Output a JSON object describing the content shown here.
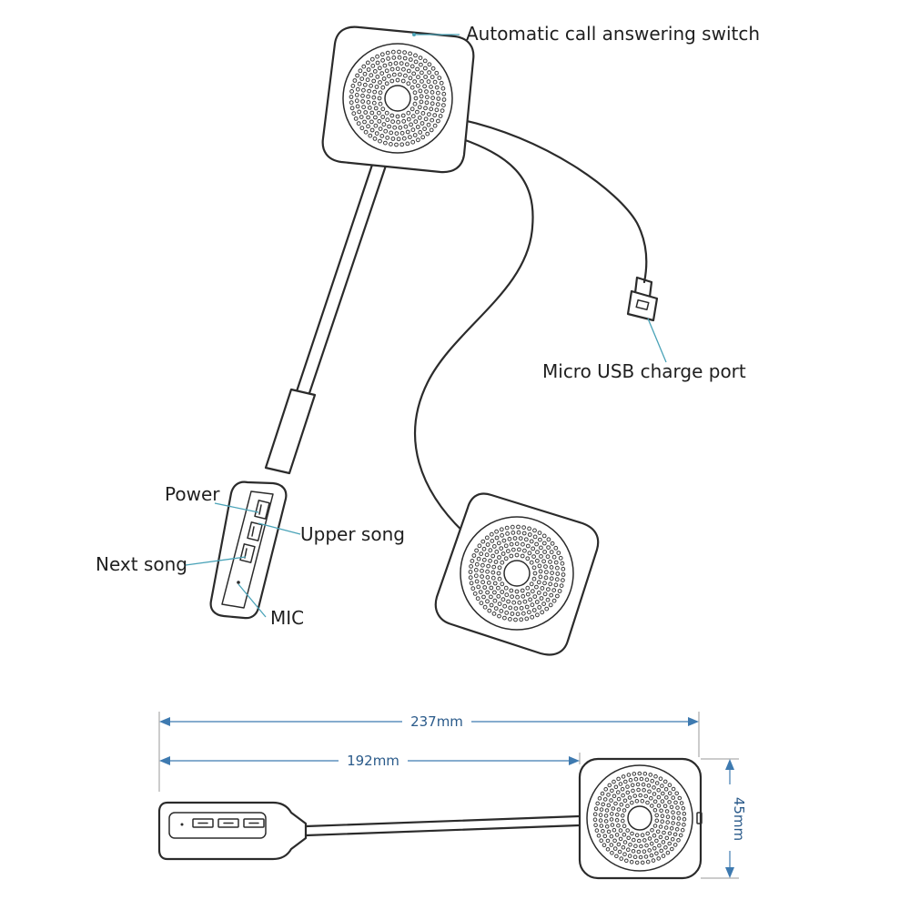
{
  "labels": {
    "auto_call_switch": "Automatic call answering switch",
    "micro_usb": "Micro USB charge port",
    "power": "Power",
    "upper_song": "Upper song",
    "next_song": "Next song",
    "mic": "MIC"
  },
  "dimensions": {
    "overall_length": "237mm",
    "boom_length": "192mm",
    "speaker_size": "45mm"
  },
  "colors": {
    "leader": "#4aa3b8",
    "dimension": "#3e7ab0",
    "outline": "#2b2b2b"
  }
}
